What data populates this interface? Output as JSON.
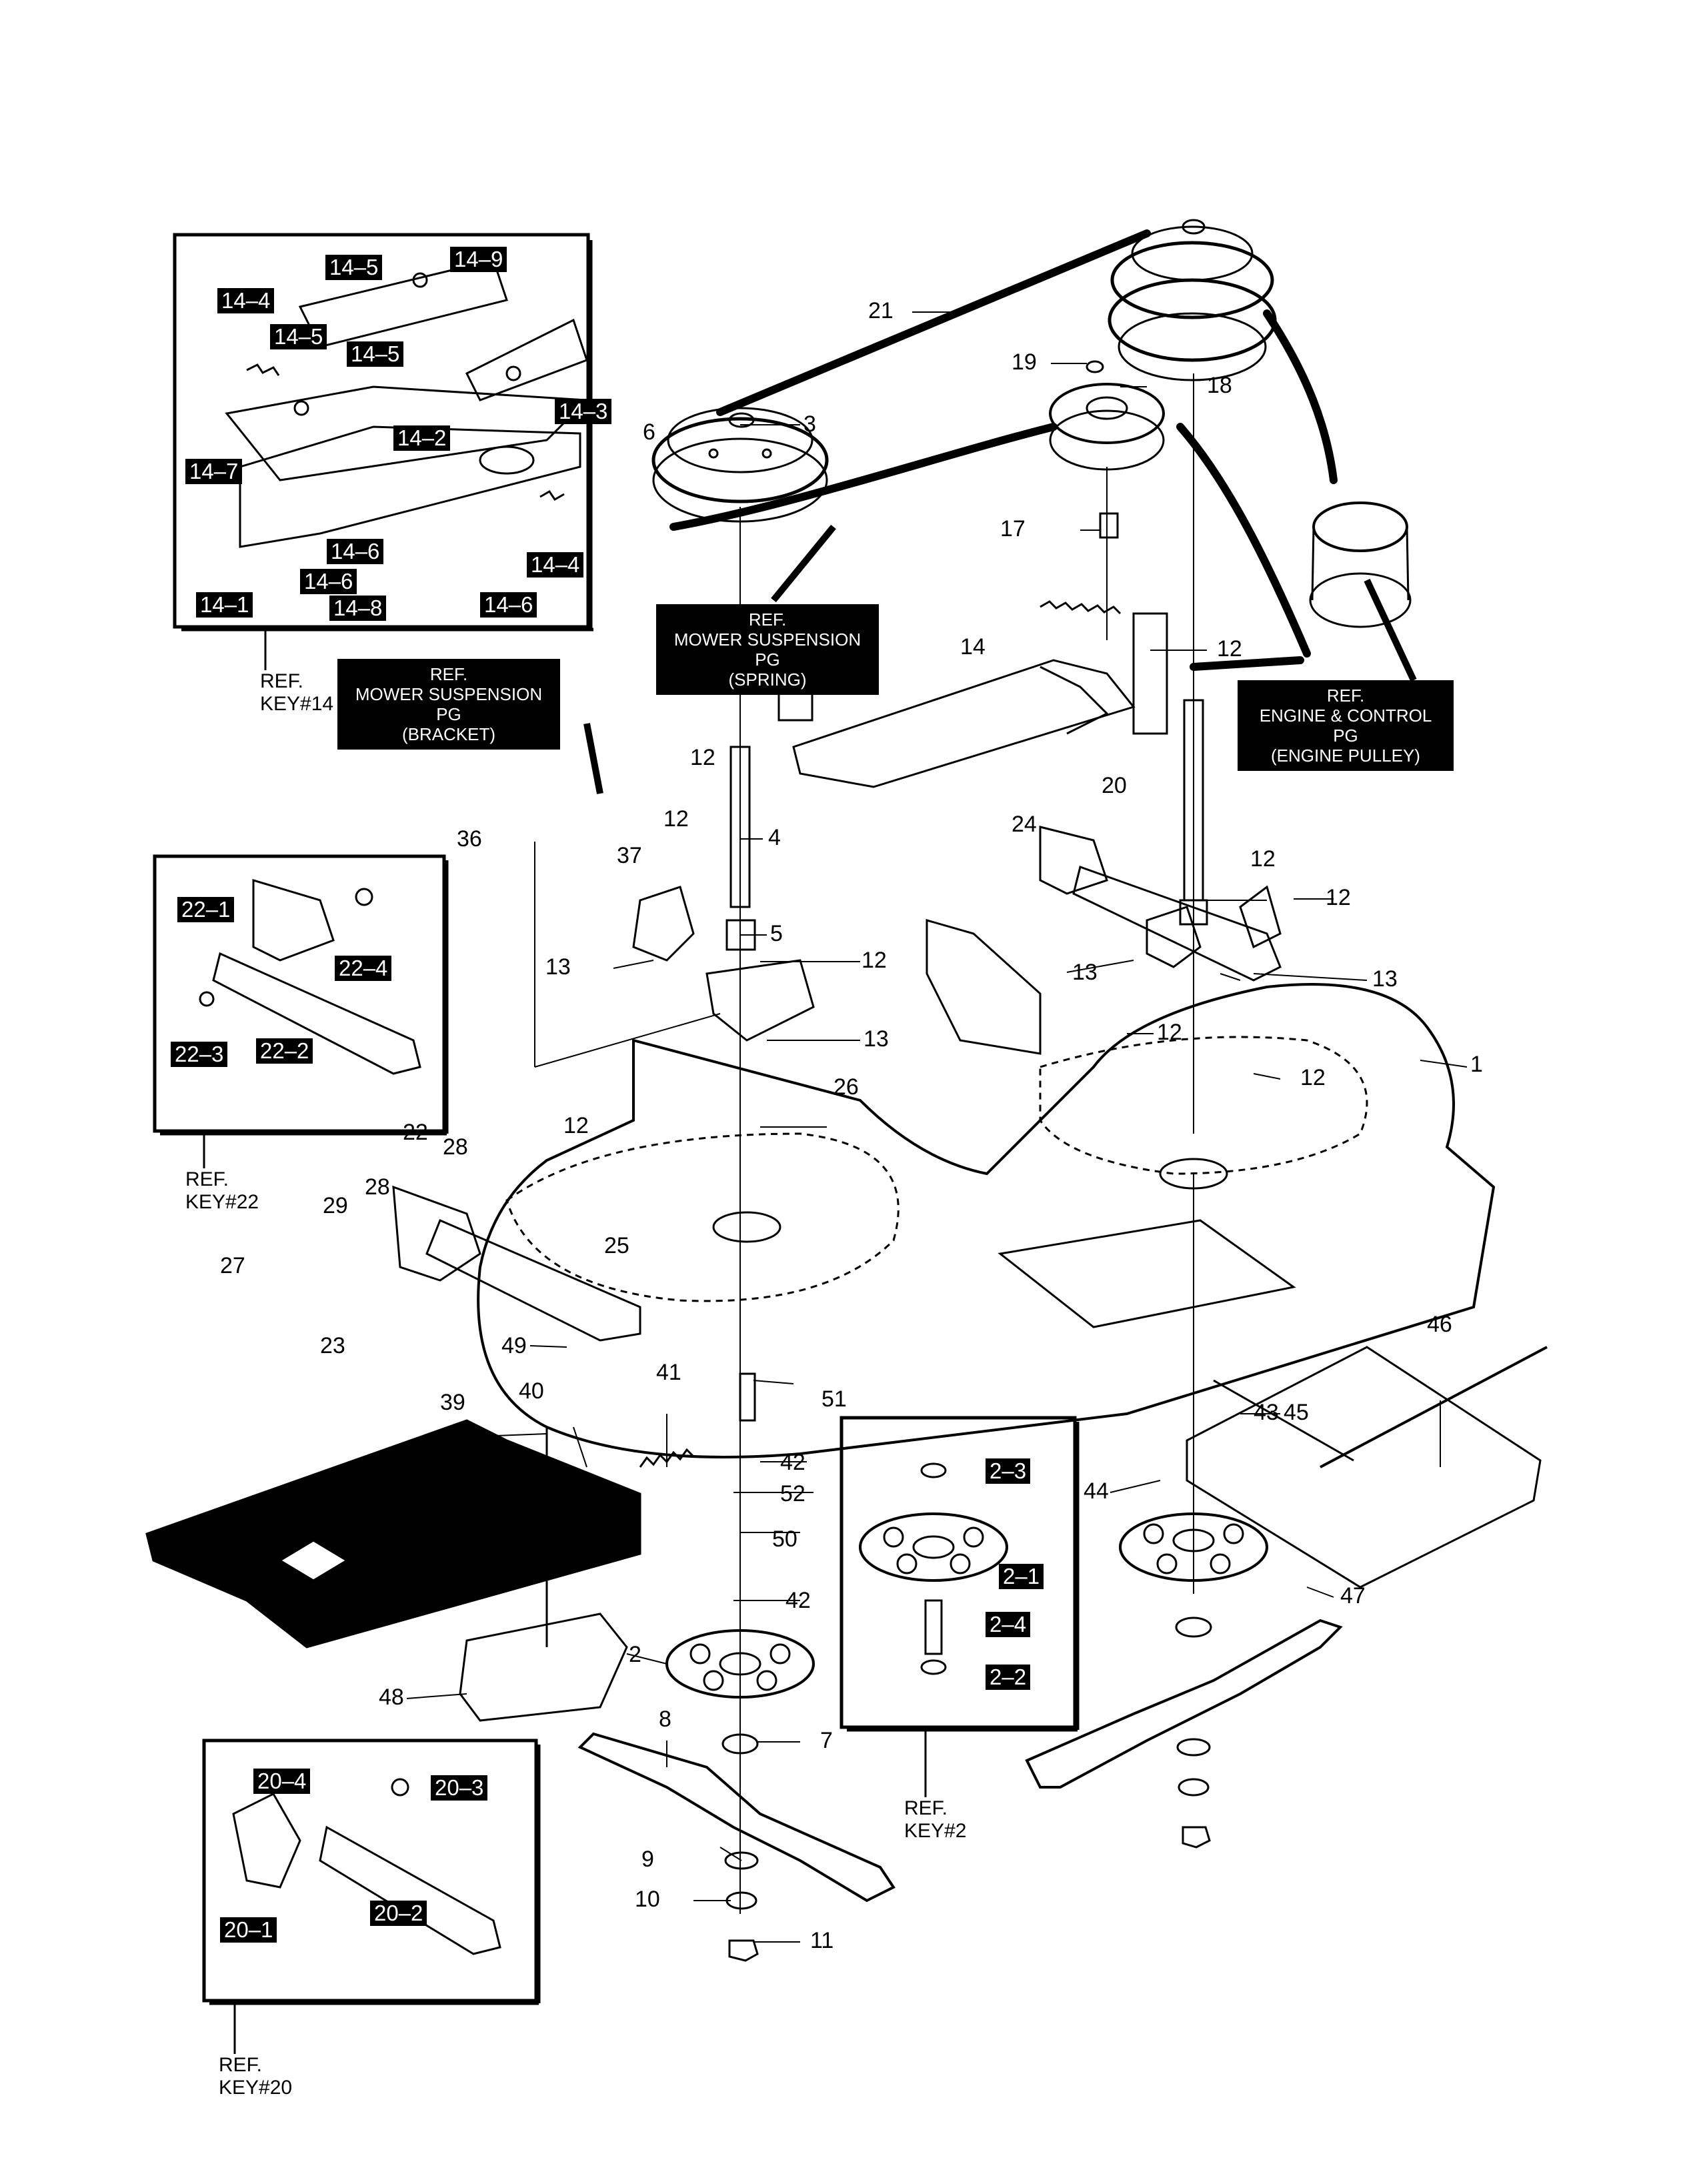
{
  "callouts": {
    "c1": "1",
    "c2": "2",
    "c3": "3",
    "c4": "4",
    "c5": "5",
    "c6": "6",
    "c7": "7",
    "c8": "8",
    "c9": "9",
    "c10": "10",
    "c11": "11",
    "c12": "12",
    "c13": "13",
    "c14": "14",
    "c17": "17",
    "c18": "18",
    "c19": "19",
    "c20": "20",
    "c21": "21",
    "c22": "22",
    "c23": "23",
    "c24": "24",
    "c25": "25",
    "c26": "26",
    "c27": "27",
    "c28": "28",
    "c29": "29",
    "c36": "36",
    "c37": "37",
    "c39": "39",
    "c40": "40",
    "c41": "41",
    "c42": "42",
    "c43": "43",
    "c44": "44",
    "c45": "45",
    "c46": "46",
    "c47": "47",
    "c48": "48",
    "c49": "49",
    "c50": "50",
    "c51": "51",
    "c52": "52"
  },
  "inset_14": {
    "t14_1": "14–1",
    "t14_2": "14–2",
    "t14_3": "14–3",
    "t14_4a": "14–4",
    "t14_4b": "14–4",
    "t14_5a": "14–5",
    "t14_5b": "14–5",
    "t14_5c": "14–5",
    "t14_6a": "14–6",
    "t14_6b": "14–6",
    "t14_6c": "14–6",
    "t14_7": "14–7",
    "t14_8": "14–8",
    "t14_9": "14–9",
    "ref_line1": "REF.",
    "ref_line2": "KEY#14"
  },
  "inset_22": {
    "t22_1": "22–1",
    "t22_2": "22–2",
    "t22_3": "22–3",
    "t22_4": "22–4",
    "ref_line1": "REF.",
    "ref_line2": "KEY#22"
  },
  "inset_20": {
    "t20_1": "20–1",
    "t20_2": "20–2",
    "t20_3": "20–3",
    "t20_4": "20–4",
    "ref_line1": "REF.",
    "ref_line2": "KEY#20"
  },
  "inset_2": {
    "t2_1": "2–1",
    "t2_2": "2–2",
    "t2_3": "2–3",
    "t2_4": "2–4",
    "ref_line1": "REF.",
    "ref_line2": "KEY#2"
  },
  "ref_boxes": {
    "spring": {
      "l1": "REF.",
      "l2": "MOWER SUSPENSION PG",
      "l3": "(SPRING)"
    },
    "bracket": {
      "l1": "REF.",
      "l2": "MOWER SUSPENSION PG",
      "l3": "(BRACKET)"
    },
    "engine": {
      "l1": "REF.",
      "l2": "ENGINE & CONTROL PG",
      "l3": "(ENGINE PULLEY)"
    }
  }
}
